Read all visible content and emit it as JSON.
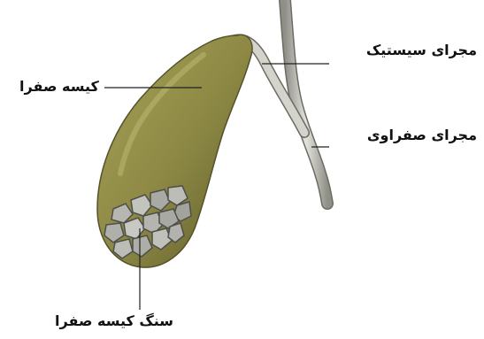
{
  "labels": {
    "gallbladder": "کیسه صفرا",
    "cystic_duct": "مجرای سیستیک",
    "common_bile_duct": "مجرای صفراوی",
    "gallstones": "سنگ کیسه صفرا"
  },
  "colors": {
    "gallbladder_fill": "#8e8a45",
    "gallbladder_shadow": "#5f5b2a",
    "duct": "#c9c9c0",
    "duct_outline": "#6b6b63",
    "stone": "#b7b7b2",
    "stone_outline": "#4e4e4a",
    "leader_line": "#222222"
  }
}
